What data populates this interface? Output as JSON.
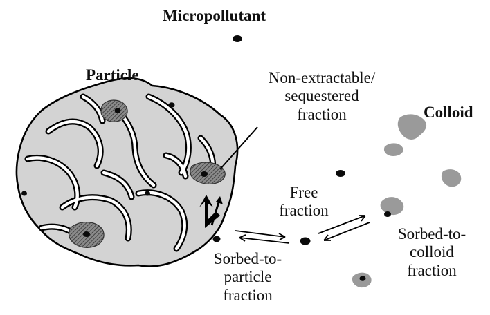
{
  "labels": {
    "micropollutant": "Micropollutant",
    "particle": "Particle",
    "colloid": "Colloid",
    "non_extractable": [
      "Non-extractable/",
      "sequestered",
      "fraction"
    ],
    "free": [
      "Free",
      "fraction"
    ],
    "sorbed_particle": [
      "Sorbed-to-",
      "particle",
      "fraction"
    ],
    "sorbed_colloid": [
      "Sorbed-to-",
      "colloid",
      "fraction"
    ]
  },
  "colors": {
    "particle_fill": "#d3d3d3",
    "colloid_fill": "#9a9a9a",
    "sequestered_fill": "#7a7a7a",
    "pollutant": "#0a0a0a",
    "outline": "#000000"
  }
}
